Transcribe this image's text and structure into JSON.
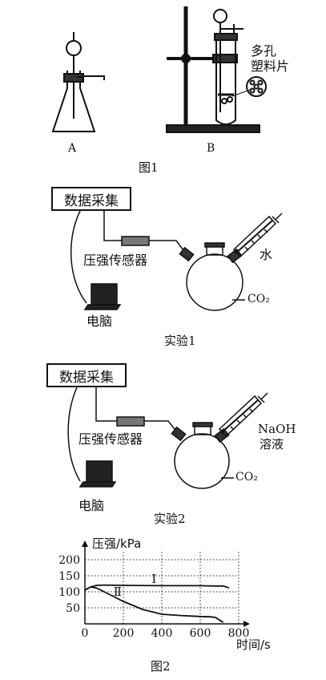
{
  "figure1": {
    "label_a": "A",
    "label_b": "B",
    "perforated_plate_line1": "多孔",
    "perforated_plate_line2": "塑料片",
    "caption": "图1"
  },
  "experiment1": {
    "data_box": "数据采集",
    "sensor": "压强传感器",
    "computer": "电脑",
    "syringe_content": "水",
    "gas": "CO₂",
    "caption": "实验1"
  },
  "experiment2": {
    "data_box": "数据采集",
    "sensor": "压强传感器",
    "computer": "电脑",
    "syringe_content_line1": "NaOH",
    "syringe_content_line2": "溶液",
    "gas": "CO₂",
    "caption": "实验2"
  },
  "figure2": {
    "caption": "图2",
    "chart_data": {
      "type": "line",
      "ylabel": "压强/kPa",
      "xlabel": "时间/s",
      "x_ticks": [
        0,
        200,
        400,
        600,
        800
      ],
      "y_ticks": [
        50,
        100,
        150,
        200
      ],
      "xlim": [
        0,
        800
      ],
      "ylim": [
        0,
        225
      ],
      "grid": true,
      "series": [
        {
          "name": "Ⅰ",
          "x": [
            0,
            30,
            60,
            100,
            200,
            400,
            600,
            680,
            720,
            750
          ],
          "y": [
            105,
            115,
            120,
            121,
            120,
            119,
            119,
            118,
            118,
            112
          ]
        },
        {
          "name": "Ⅱ",
          "x": [
            0,
            30,
            60,
            100,
            150,
            200,
            300,
            400,
            500,
            600,
            650,
            680,
            700,
            720
          ],
          "y": [
            106,
            115,
            112,
            100,
            85,
            70,
            45,
            30,
            26,
            23,
            22,
            20,
            12,
            5
          ]
        }
      ]
    }
  }
}
